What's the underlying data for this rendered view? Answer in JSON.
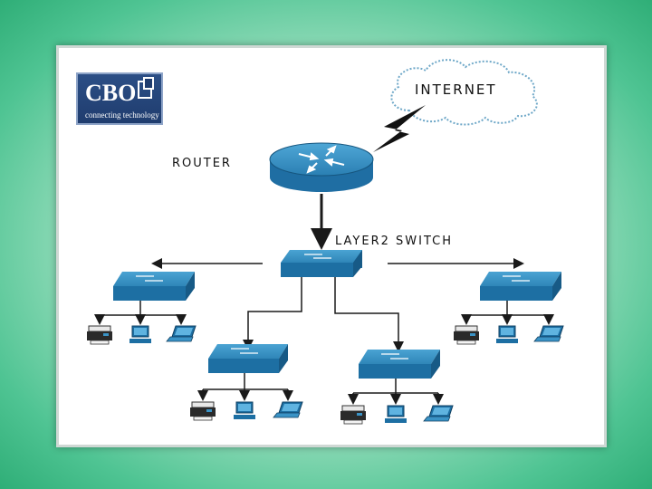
{
  "logo": {
    "brand": "CBO",
    "tagline": "connecting technology"
  },
  "labels": {
    "internet": "INTERNET",
    "router": "ROUTER",
    "switch": "LAYER2 SWITCH"
  },
  "colors": {
    "device_blue": "#1d6fa3",
    "device_top": "#3a93c6",
    "line": "#1a1a1a"
  }
}
